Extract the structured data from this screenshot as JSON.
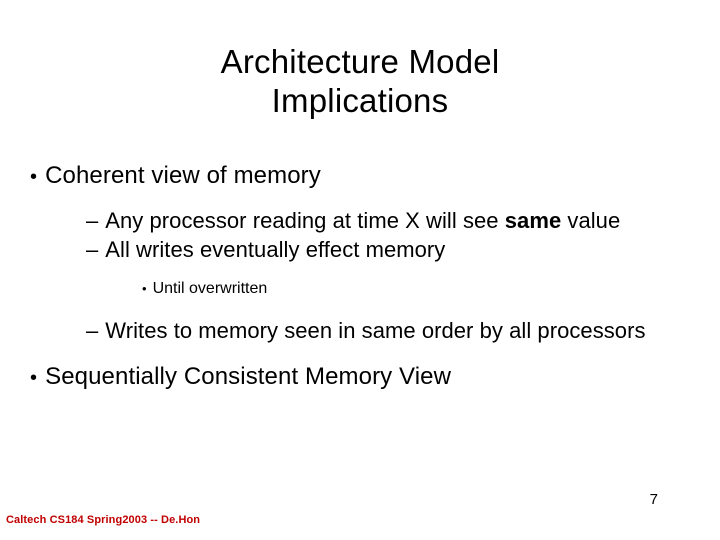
{
  "slide": {
    "title_line1": "Architecture Model",
    "title_line2": "Implications",
    "bullets": {
      "b1": "Coherent view of memory",
      "b2_part1": "Any processor reading at time X will see",
      "b2_bold": "same",
      "b2_part2": " value",
      "b3": "All writes eventually effect memory",
      "b4": "Until overwritten",
      "b5": "Writes to memory seen in same order by all processors",
      "b6": "Sequentially Consistent Memory View"
    },
    "marks": {
      "disc": "•",
      "dash": "–"
    },
    "footer": "Caltech CS184 Spring2003 -- De.Hon",
    "page_number": "7"
  }
}
